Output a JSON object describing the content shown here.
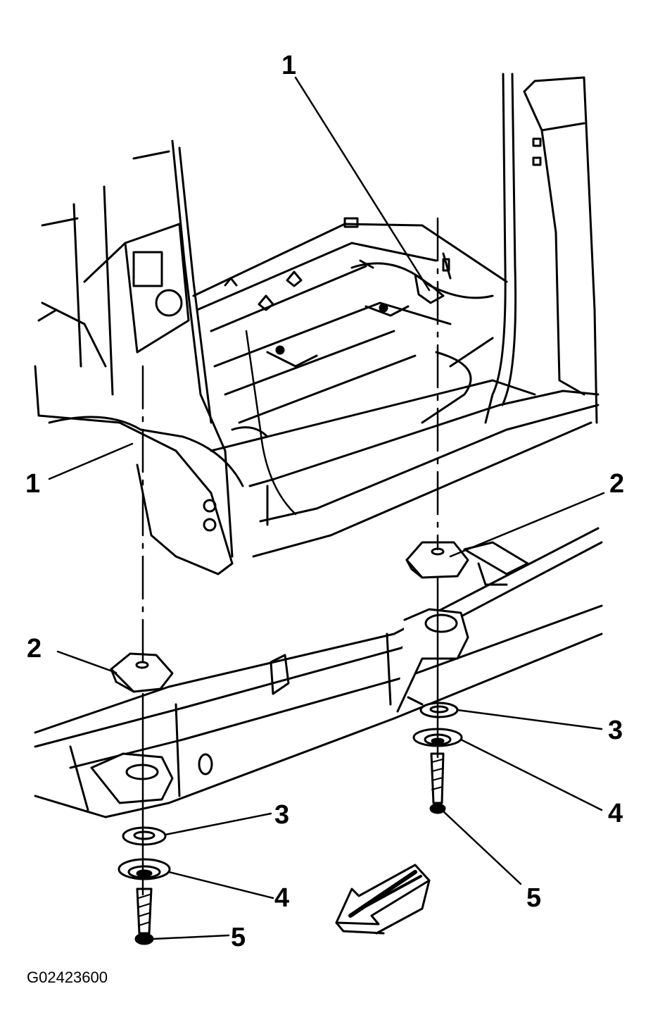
{
  "colors": {
    "ink": "#000000",
    "paper": "#ffffff",
    "shade": "#e8e8e8"
  },
  "callouts": {
    "c1_top": "1",
    "c1_left": "1",
    "c2_right": "2",
    "c2_left": "2",
    "c3_right": "3",
    "c3_left": "3",
    "c4_right": "4",
    "c4_left": "4",
    "c5_right": "5",
    "c5_left": "5"
  },
  "figure_code": "G02423600",
  "icons": {
    "direction": "front-arrow-icon"
  }
}
